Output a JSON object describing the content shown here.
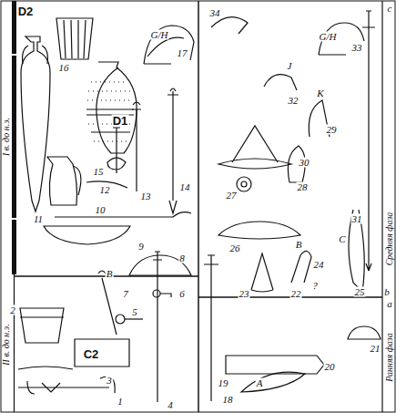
{
  "diagram": {
    "labels": [
      "D2",
      "I в. до н.э.",
      "II в. до н.э.",
      "D1",
      "C2",
      "G/H",
      "G/H",
      "J",
      "K",
      "B",
      "C",
      "B",
      "A",
      "?",
      "c",
      "b",
      "a",
      "Средняя фаза",
      "Ранняя фаза",
      "1",
      "2",
      "3",
      "4",
      "5",
      "6",
      "7",
      "8",
      "9",
      "10",
      "11",
      "12",
      "13",
      "14",
      "15",
      "16",
      "17",
      "18",
      "19",
      "20",
      "21",
      "22",
      "23",
      "24",
      "25",
      "26",
      "27",
      "28",
      "29",
      "30",
      "31",
      "32",
      "33",
      "34"
    ]
  }
}
